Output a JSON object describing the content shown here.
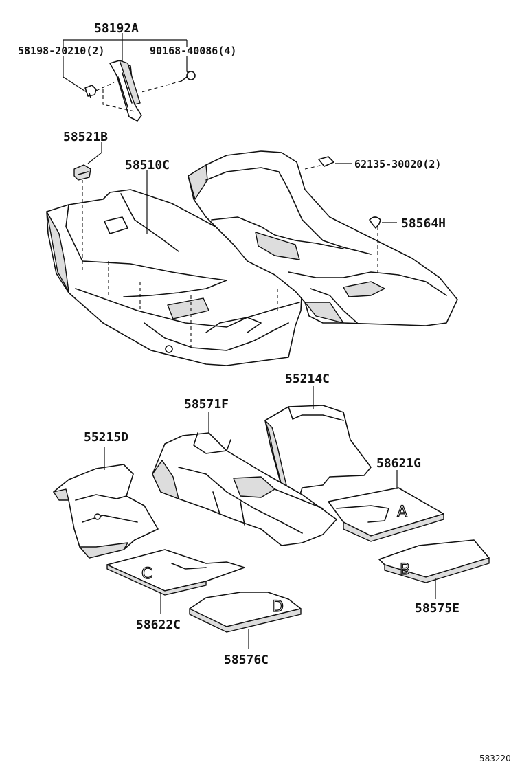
{
  "callouts": {
    "part_58192A": "58192A",
    "part_58198": "58198-20210(2)",
    "part_90168": "90168-40086(4)",
    "part_58521B": "58521B",
    "part_58510C": "58510C",
    "part_62135": "62135-30020(2)",
    "part_58564H": "58564H",
    "part_55214C": "55214C",
    "part_58571F": "58571F",
    "part_55215D": "55215D",
    "part_58621G": "58621G",
    "part_58622C": "58622C",
    "part_58575E": "58575E",
    "part_58576C": "58576C"
  },
  "mat_letters": {
    "a": "A",
    "b": "B",
    "c": "C",
    "d": "D"
  },
  "figure_number": "583220"
}
